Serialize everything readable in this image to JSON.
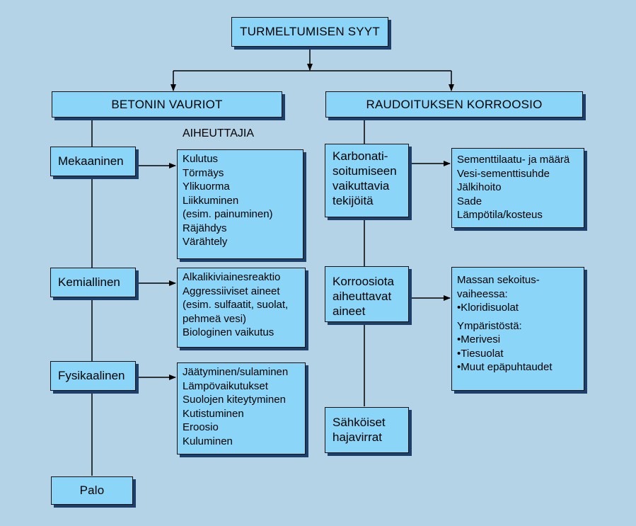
{
  "title": "TURMELTUMISEN SYYT",
  "aiheuttajia_label": "AIHEUTTAJIA",
  "betonin": {
    "title": "BETONIN VAURIOT",
    "categories": [
      {
        "name": "Mekaaninen",
        "items": [
          "Kulutus",
          "Törmäys",
          "Ylikuorma",
          "Liikkuminen",
          "(esim. painuminen)",
          "Räjähdys",
          "Värähtely"
        ]
      },
      {
        "name": "Kemiallinen",
        "items": [
          "Alkalikiviainesreaktio",
          "Aggressiiviset aineet",
          "(esim. sulfaatit, suolat,",
          "pehmeä vesi)",
          "Biologinen vaikutus"
        ]
      },
      {
        "name": "Fysikaalinen",
        "items": [
          "Jäätyminen/sulaminen",
          "Lämpövaikutukset",
          "Suolojen kiteytyminen",
          "Kutistuminen",
          "Eroosio",
          "Kuluminen"
        ]
      },
      {
        "name": "Palo"
      }
    ]
  },
  "raudoituksen": {
    "title": "RAUDOITUKSEN KORROOSIO",
    "categories": [
      {
        "name_lines": [
          "Karbonati-",
          "soitumiseen",
          "vaikuttavia",
          "tekijöitä"
        ],
        "items": [
          "Sementtilaatu- ja määrä",
          "Vesi-sementtisuhde",
          "Jälkihoito",
          "Sade",
          "Lämpötila/kosteus"
        ]
      },
      {
        "name_lines": [
          "Korroosiota",
          "aiheuttavat",
          "aineet"
        ],
        "group1": [
          "Massan sekoitus-",
          "vaiheessa:",
          "•Kloridisuolat"
        ],
        "group2": [
          "Ympäristöstä:",
          "•Merivesi",
          "•Tiesuolat",
          "•Muut epäpuhtaudet"
        ]
      },
      {
        "name_lines": [
          "Sähköiset",
          "hajavirrat"
        ]
      }
    ]
  },
  "colors": {
    "background": "#b5d3e6",
    "box_fill": "#8ad5f8",
    "box_shadow": "#1e3f69",
    "line": "#000000"
  }
}
